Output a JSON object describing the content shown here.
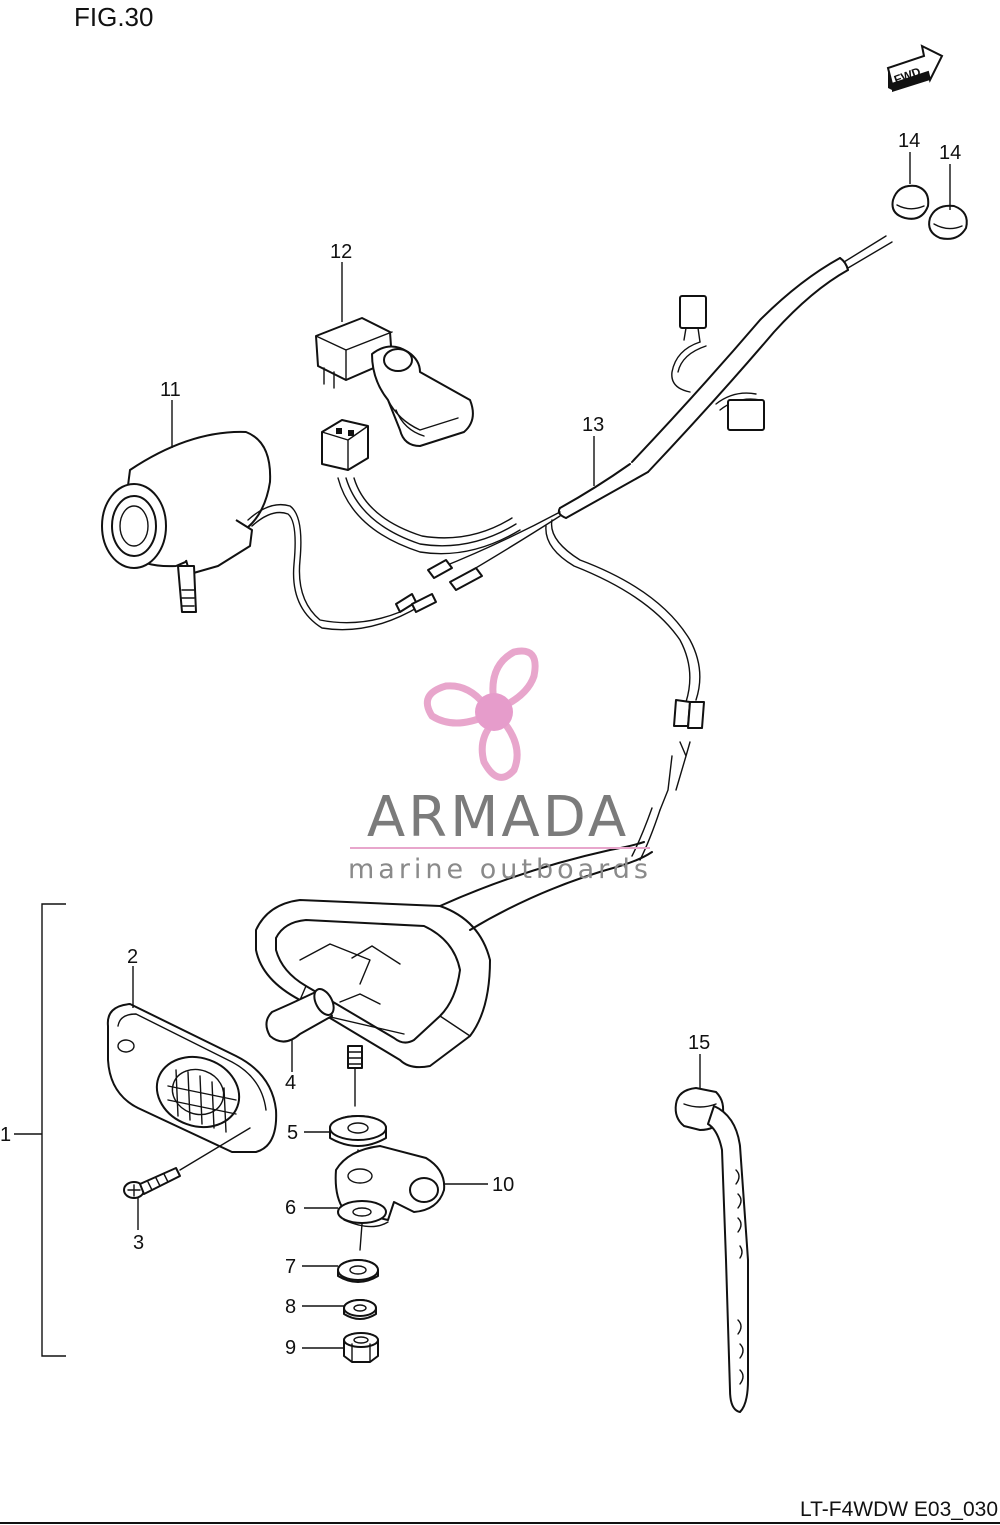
{
  "figure": {
    "title": "FIG.30",
    "code": "LT-F4WDW E03_030"
  },
  "forward_badge": {
    "label": "FWD",
    "icon": "forward-arrow-icon"
  },
  "callouts": {
    "c1": "1",
    "c2": "2",
    "c3": "3",
    "c4": "4",
    "c5": "5",
    "c6": "6",
    "c7": "7",
    "c8": "8",
    "c9": "9",
    "c10": "10",
    "c11": "11",
    "c12": "12",
    "c13": "13",
    "c14a": "14",
    "c14b": "14",
    "c15": "15"
  },
  "watermark": {
    "brand": "ARMADA",
    "tagline": "marine outboards",
    "icon": "propeller-logo-icon",
    "colors": {
      "logo": "#e8a6cc",
      "logo_hub": "#e69ccb",
      "brand_text": "#7b7b7b",
      "tagline_text": "#8a8a8a",
      "rule": "#e8a6cc"
    }
  }
}
